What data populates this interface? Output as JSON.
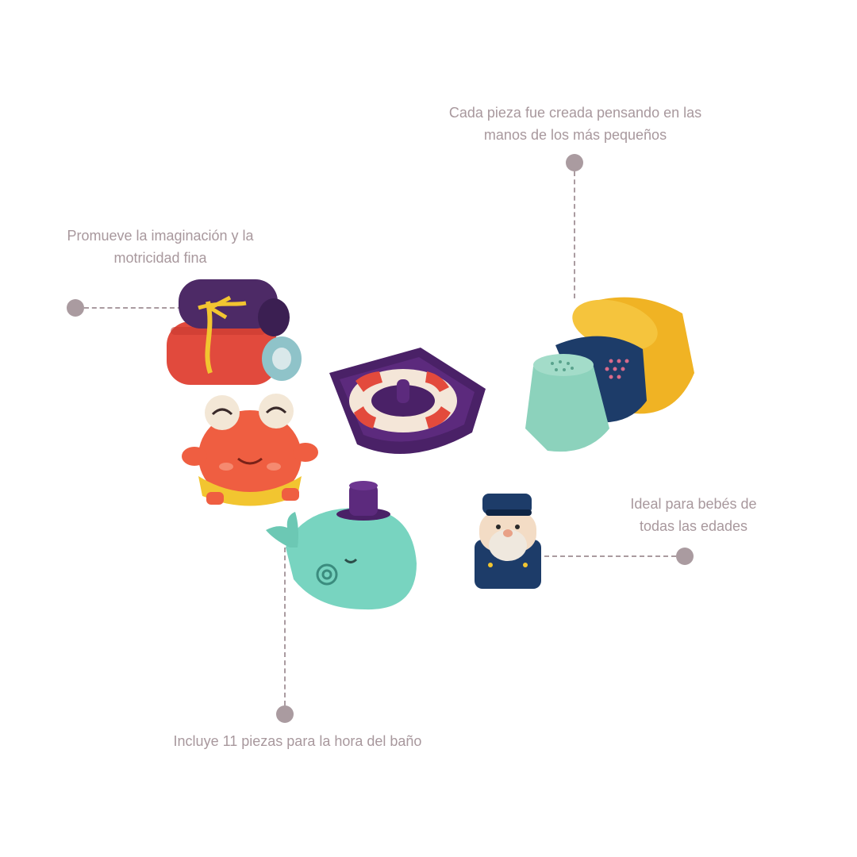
{
  "callouts": {
    "top_right": {
      "line1": "Cada pieza fue creada pensando en las",
      "line2": "manos de los más pequeños"
    },
    "left": {
      "line1": "Promueve la imaginación y la",
      "line2": "motricidad fina"
    },
    "right": {
      "line1": "Ideal para bebés de",
      "line2": "todas las edades"
    },
    "bottom": {
      "line1": "Incluye 11 piezas para la hora del baño"
    }
  },
  "colors": {
    "caption": "#a8989d",
    "connector": "#aa9ba0",
    "background": "#ffffff"
  },
  "products": [
    "washcloths",
    "crab-toy",
    "boat-with-life-ring",
    "whale-toy",
    "sailor-figure",
    "stacking-cups"
  ]
}
